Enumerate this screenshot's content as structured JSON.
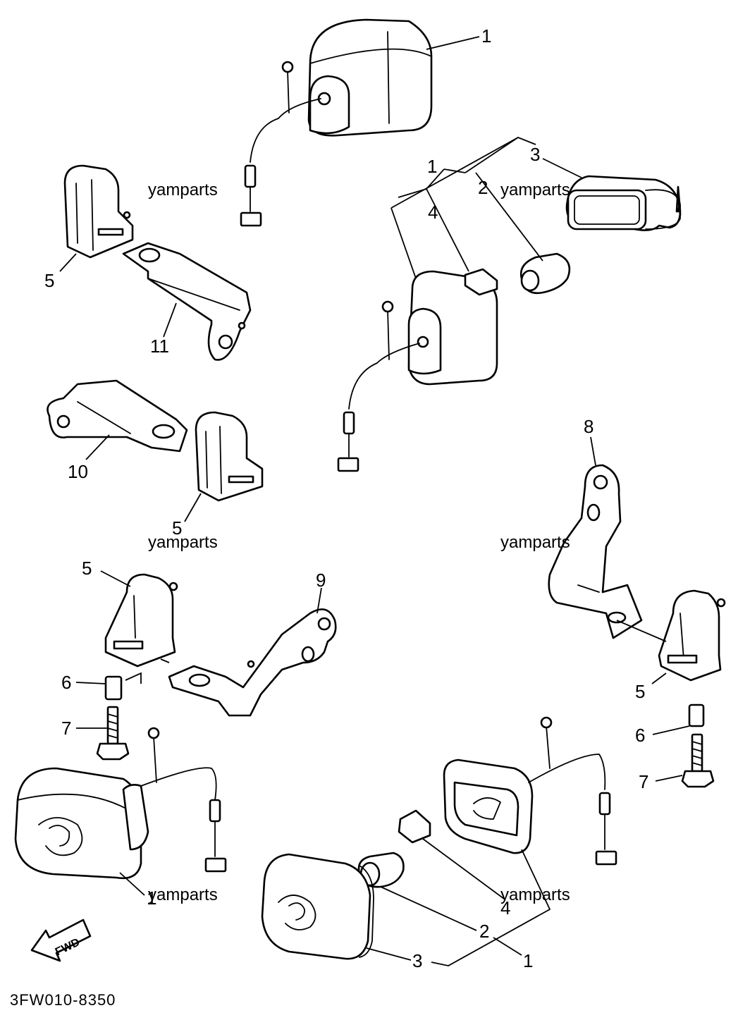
{
  "callouts": {
    "c1_a": "1",
    "c1_b": "1",
    "c1_c": "1",
    "c1_d": "1",
    "c2_a": "2",
    "c2_b": "2",
    "c3_a": "3",
    "c3_b": "3",
    "c4_a": "4",
    "c4_b": "4",
    "c5_a": "5",
    "c5_b": "5",
    "c5_c": "5",
    "c5_d": "5",
    "c6_a": "6",
    "c6_b": "6",
    "c7_a": "7",
    "c7_b": "7",
    "c8": "8",
    "c9": "9",
    "c10": "10",
    "c11": "11"
  },
  "watermark": "yamparts",
  "fwd_label": "FWD",
  "diagram_code": "3FW010-8350",
  "icons": {
    "fwd_arrow": "fwd-arrow-icon"
  }
}
